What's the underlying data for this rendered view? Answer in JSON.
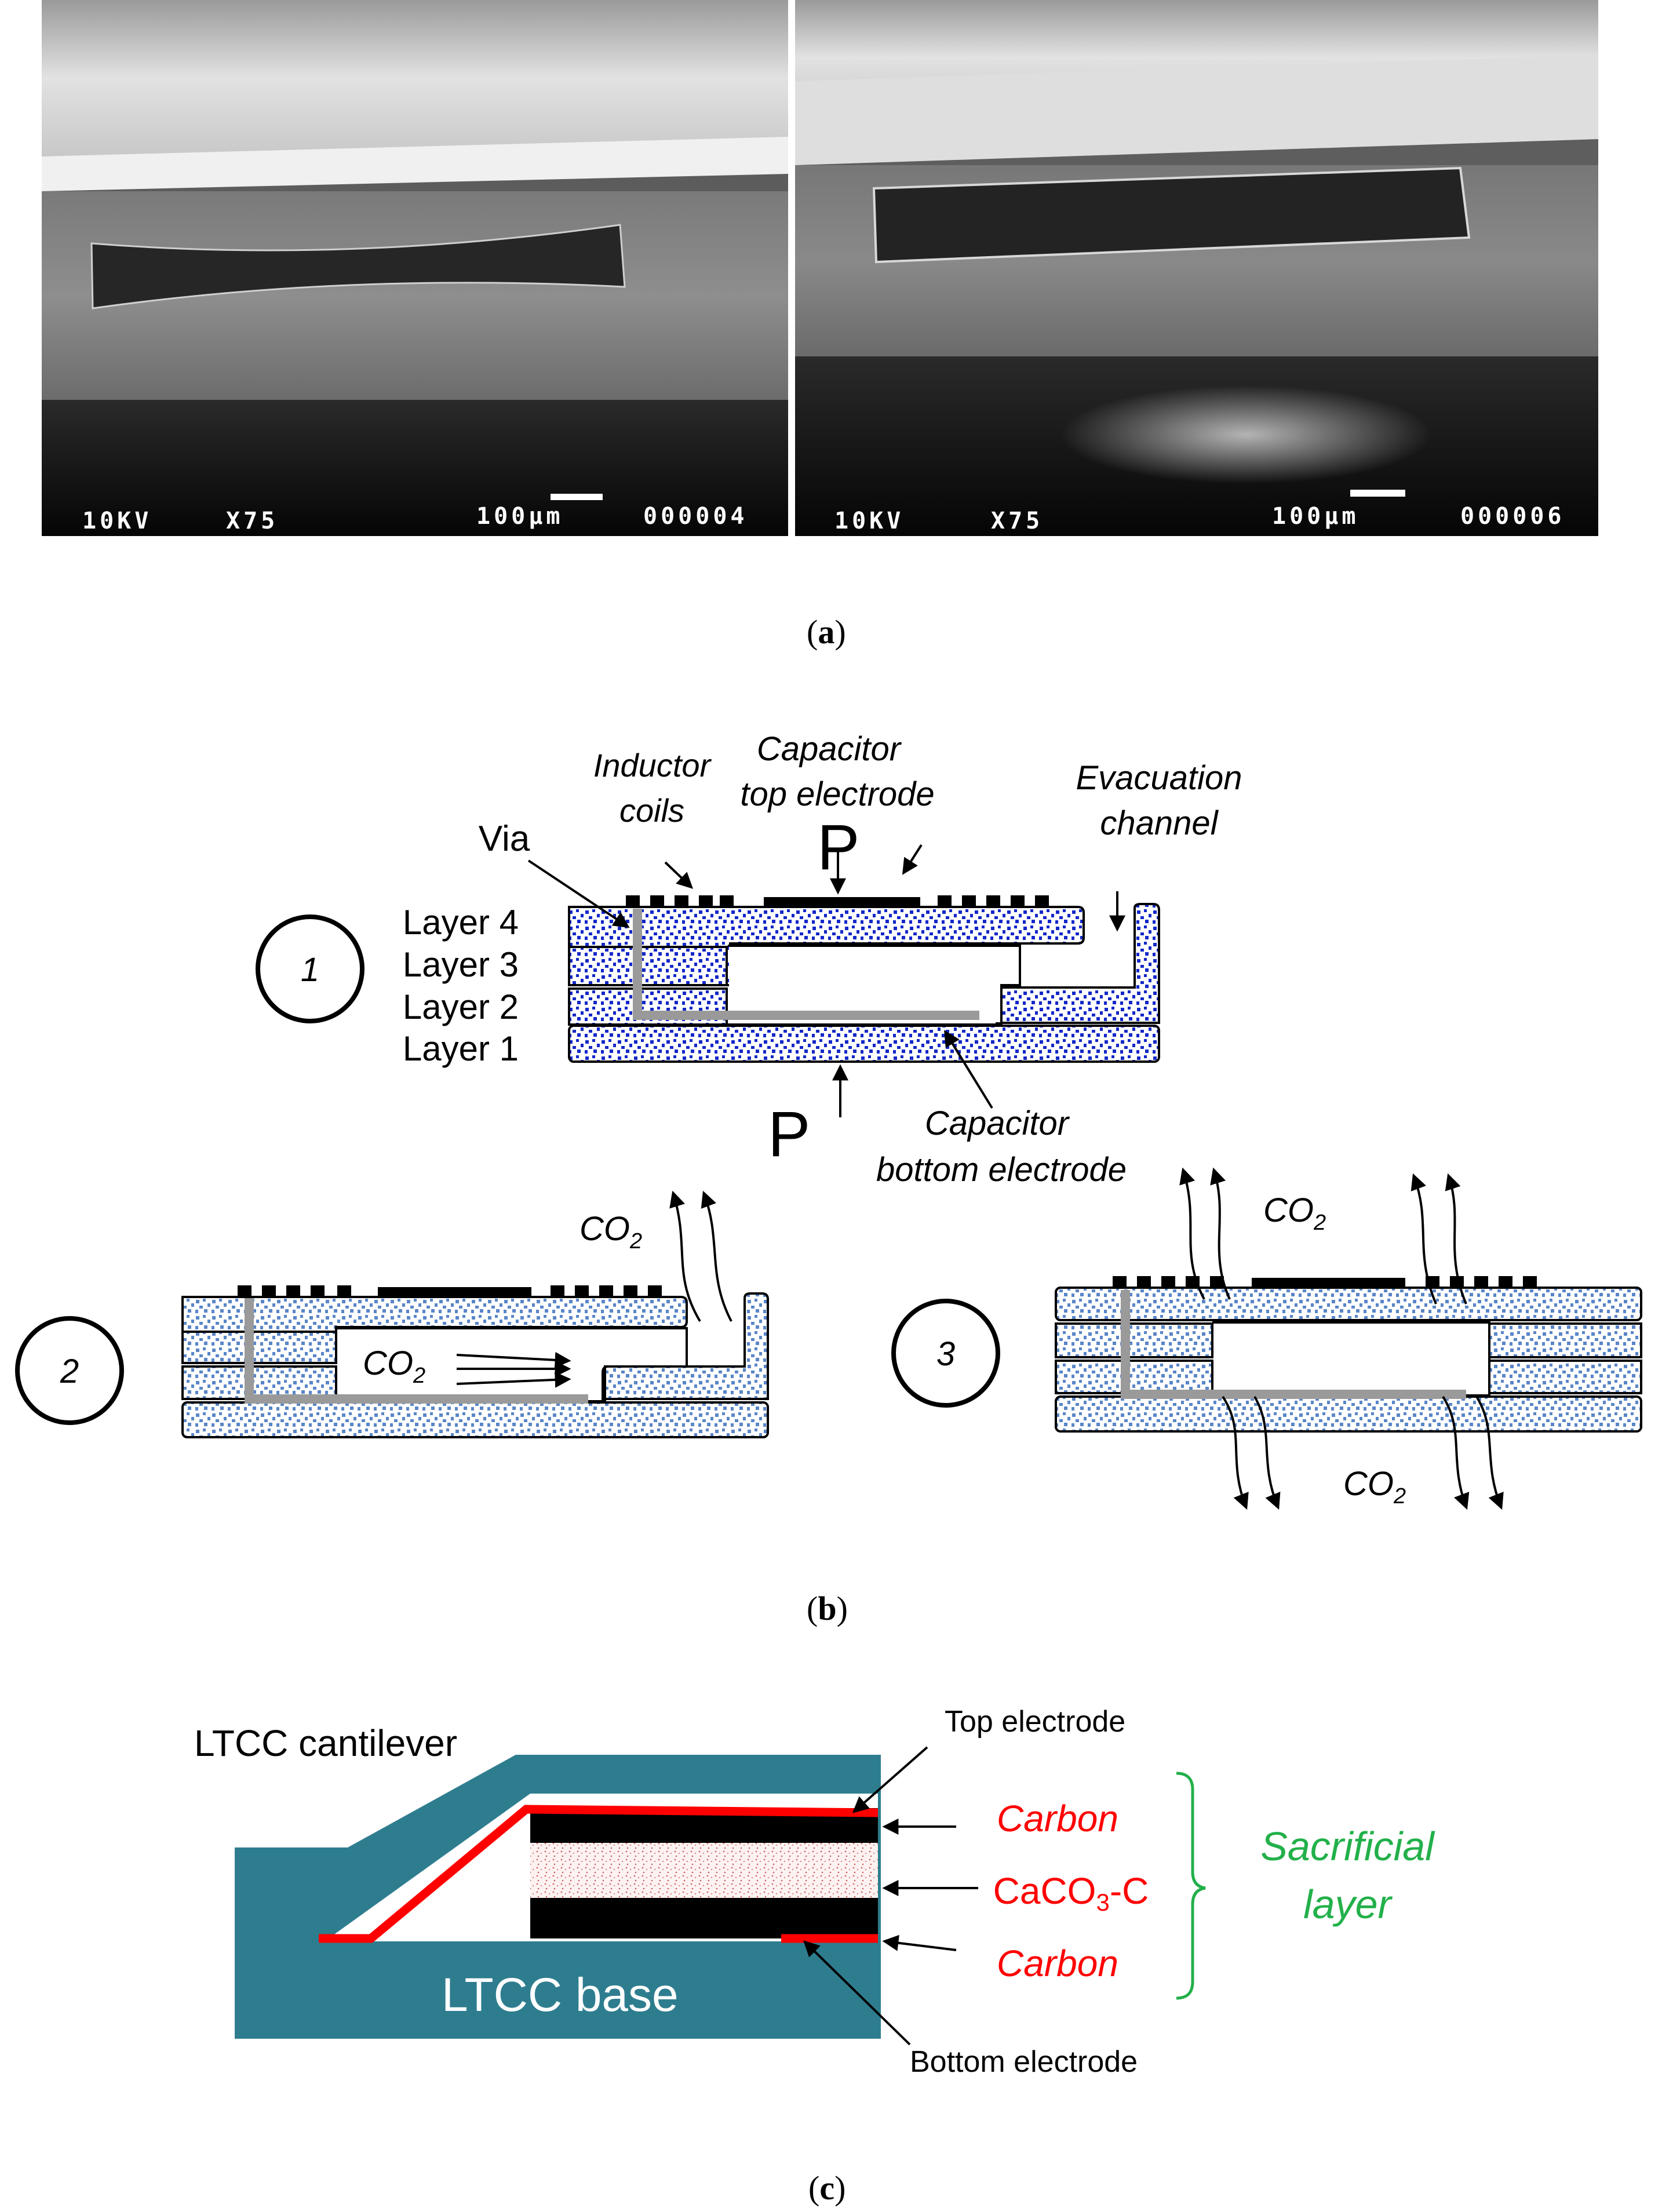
{
  "panel_a": {
    "caption": "a",
    "sem_left": {
      "voltage": "10KV",
      "magnification": "X75",
      "scale": "100µm",
      "frame": "000004"
    },
    "sem_right": {
      "voltage": "10KV",
      "magnification": "X75",
      "scale": "100µm",
      "frame": "000006"
    }
  },
  "panel_b": {
    "caption": "b",
    "step1": {
      "number": "1",
      "via": "Via",
      "inductor_1": "Inductor",
      "inductor_2": "coils",
      "cap_top_1": "Capacitor",
      "cap_top_2": "top electrode",
      "evac_1": "Evacuation",
      "evac_2": "channel",
      "pressure_top": "P",
      "pressure_bottom": "P",
      "layers": [
        "Layer 4",
        "Layer 3",
        "Layer 2",
        "Layer 1"
      ],
      "cap_bottom_1": "Capacitor",
      "cap_bottom_2": "bottom electrode"
    },
    "step2": {
      "number": "2",
      "gas_inside": "CO",
      "gas_out": "CO",
      "sub": "2"
    },
    "step3": {
      "number": "3",
      "gas_top": "CO",
      "gas_bottom": "CO",
      "sub": "2"
    }
  },
  "panel_c": {
    "caption": "c",
    "cantilever": "LTCC cantilever",
    "base": "LTCC base",
    "top_electrode": "Top electrode",
    "bottom_electrode": "Bottom electrode",
    "carbon_top": "Carbon",
    "carbon_bottom": "Carbon",
    "caco3_a": "CaCO",
    "caco3_sub": "3",
    "caco3_b": "-C",
    "sacrificial_1": "Sacrificial",
    "sacrificial_2": "layer"
  },
  "colors": {
    "ltcc_teal": "#2e7d8f",
    "carbon_red": "#ff0000",
    "sacrificial_green": "#22b04a",
    "dot_blue_dark": "#1428c8",
    "dot_blue_light": "#4a78c0"
  }
}
